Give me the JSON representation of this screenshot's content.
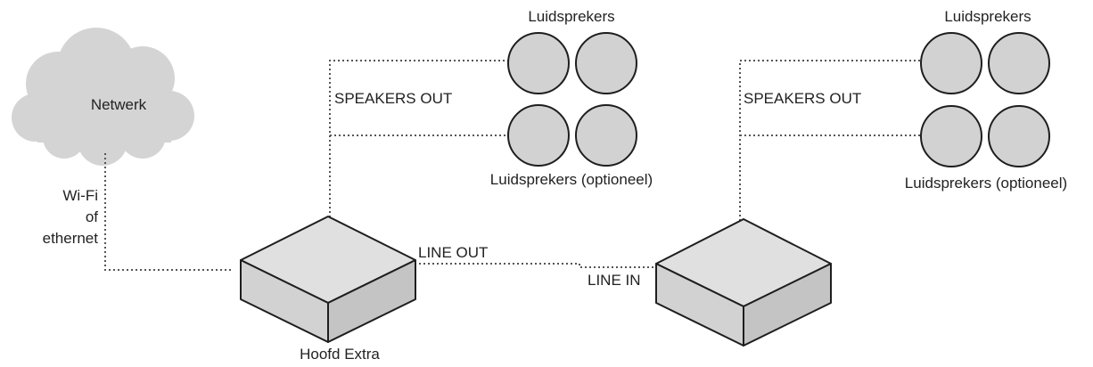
{
  "labels": {
    "network": "Netwerk",
    "connection_line1": "Wi-Fi",
    "connection_line2": "of",
    "connection_line3": "ethernet",
    "left_speakers_top": "Luidsprekers",
    "left_speakers_optional": "Luidsprekers (optioneel)",
    "left_speakers_out": "SPEAKERS OUT",
    "line_out": "LINE OUT",
    "line_in": "LINE IN",
    "main_device": "Hoofd Extra",
    "right_speakers_top": "Luidsprekers",
    "right_speakers_optional": "Luidsprekers (optioneel)",
    "right_speakers_out": "SPEAKERS OUT"
  },
  "colors": {
    "cloud_fill": "#d4d4d4",
    "box_top": "#e0e0e0",
    "box_front": "#d2d2d2",
    "box_side": "#c4c4c4",
    "speaker_fill": "#d2d2d2",
    "stroke": "#1e1e1e",
    "dotted_line": "#555555"
  }
}
